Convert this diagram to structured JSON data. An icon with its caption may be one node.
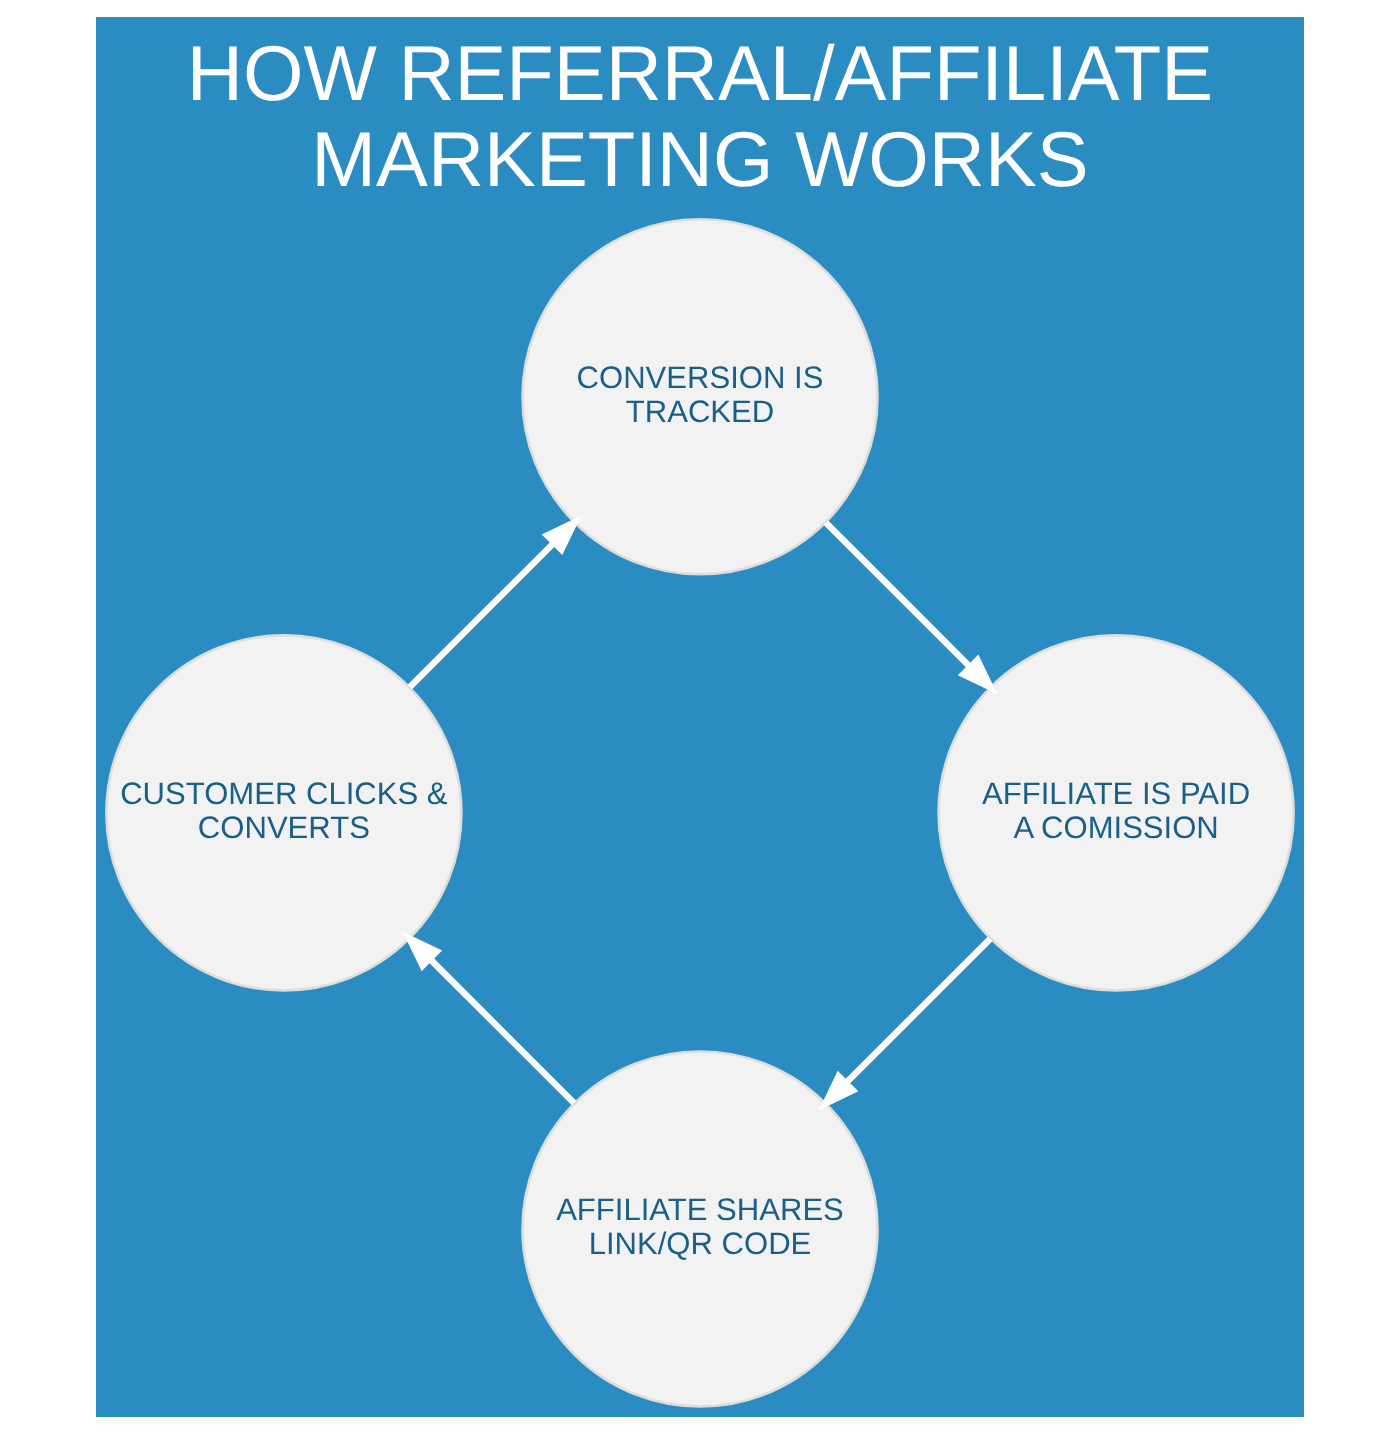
{
  "diagram": {
    "title": "HOW REFERRAL/AFFILIATE MARKETING WORKS",
    "nodes": [
      {
        "text": [
          "AFFILIATE SHARES LINK/QR CODE"
        ]
      },
      {
        "text": [
          "CUSTOMER CLICKS & CONVERTS"
        ]
      },
      {
        "text": [
          "CONVERSION IS TRACKED"
        ]
      },
      {
        "text": [
          "AFFILIATE IS PAID A COMISSION"
        ]
      }
    ],
    "edges": [
      {
        "from": 0,
        "to": 1,
        "arrow": "to"
      },
      {
        "from": 1,
        "to": 2,
        "arrow": "to"
      },
      {
        "from": 2,
        "to": 3,
        "arrow": "to"
      },
      {
        "from": 3,
        "to": 0,
        "arrow": "to"
      }
    ]
  }
}
